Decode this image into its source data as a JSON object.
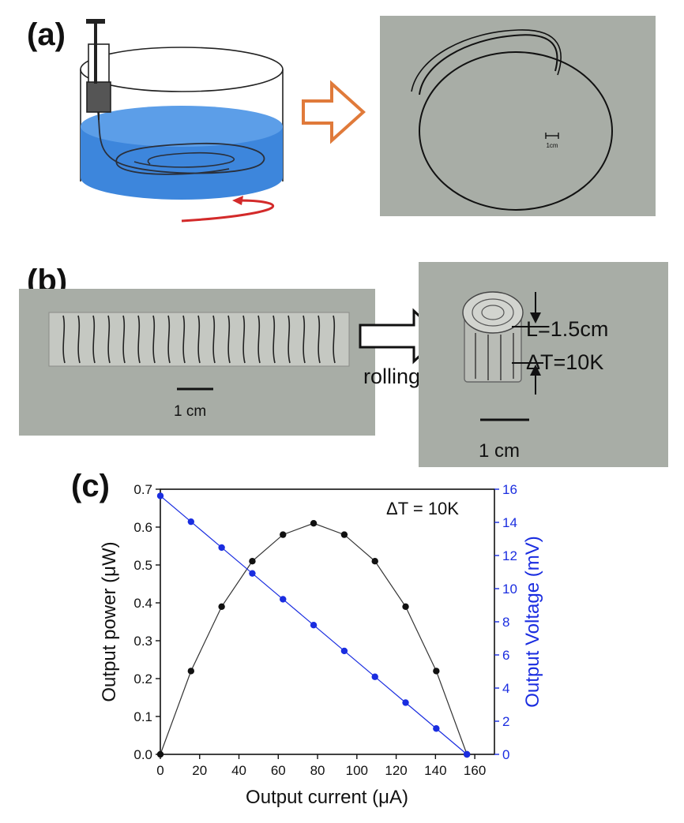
{
  "panels": {
    "a": {
      "label": "(a)",
      "scale_bar": "1cm"
    },
    "b": {
      "label": "(b)",
      "scale_bar_left": "1 cm",
      "arrow_text": "rolling",
      "length_label": "L=1.5cm",
      "dt_label": "ΔT=10K",
      "scale_bar_right": "1 cm"
    },
    "c": {
      "label": "(c)",
      "annotation": "ΔT = 10K"
    }
  },
  "colors": {
    "water": "#3d86dc",
    "orange_arrow": "#e07a3a",
    "red_arrow": "#d32a2a",
    "power_series": "#111111",
    "voltage_series": "#1a2de0",
    "photo_bg": "#a8ada6"
  },
  "chart_data": {
    "type": "line",
    "xlabel": "Output current (μA)",
    "ylabel_left": "Output power (μW)",
    "ylabel_right": "Output Voltage (mV)",
    "xlim": [
      0,
      170
    ],
    "ylim_left": [
      0,
      0.7
    ],
    "ylim_right": [
      0,
      16
    ],
    "x_ticks": [
      0,
      20,
      40,
      60,
      80,
      100,
      120,
      140,
      160
    ],
    "y_ticks_left": [
      "0.0",
      "0.1",
      "0.2",
      "0.3",
      "0.4",
      "0.5",
      "0.6",
      "0.7"
    ],
    "y_ticks_right": [
      "0",
      "2",
      "4",
      "6",
      "8",
      "10",
      "12",
      "14",
      "16"
    ],
    "series": [
      {
        "axis": "left",
        "x": [
          0,
          15.6,
          31.2,
          46.8,
          62.4,
          78,
          93.6,
          109.2,
          124.8,
          140.4,
          156
        ],
        "y": [
          0,
          0.22,
          0.39,
          0.51,
          0.58,
          0.61,
          0.58,
          0.51,
          0.39,
          0.22,
          0
        ]
      },
      {
        "axis": "right",
        "x": [
          0,
          15.6,
          31.2,
          46.8,
          62.4,
          78,
          93.6,
          109.2,
          124.8,
          140.4,
          156
        ],
        "y": [
          15.6,
          14.04,
          12.48,
          10.92,
          9.36,
          7.8,
          6.24,
          4.68,
          3.12,
          1.56,
          0
        ]
      }
    ]
  }
}
